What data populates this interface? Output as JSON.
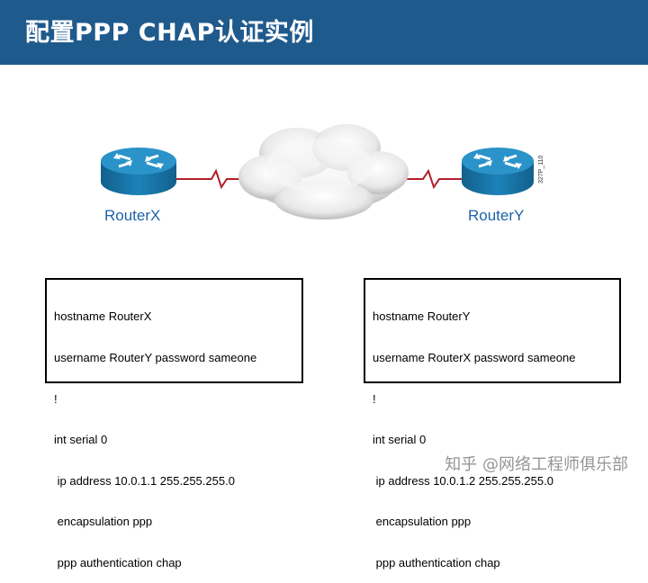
{
  "header": {
    "title": "配置PPP CHAP认证实例"
  },
  "diagram": {
    "router_left": {
      "label": "RouterX"
    },
    "router_right": {
      "label": "RouterY"
    },
    "side_code": "327P_110",
    "colors": {
      "router_top": "#2a93c9",
      "router_side": "#176f9e",
      "link": "#b0202a"
    }
  },
  "configs": {
    "left": [
      "hostname RouterX",
      "username RouterY password sameone",
      "!",
      "int serial 0",
      " ip address 10.0.1.1 255.255.255.0",
      " encapsulation ppp",
      " ppp authentication chap"
    ],
    "right": [
      "hostname RouterY",
      "username RouterX password sameone",
      "!",
      "int serial 0",
      " ip address 10.0.1.2 255.255.255.0",
      " encapsulation ppp",
      " ppp authentication chap"
    ]
  },
  "watermark": "知乎 @网络工程师俱乐部"
}
